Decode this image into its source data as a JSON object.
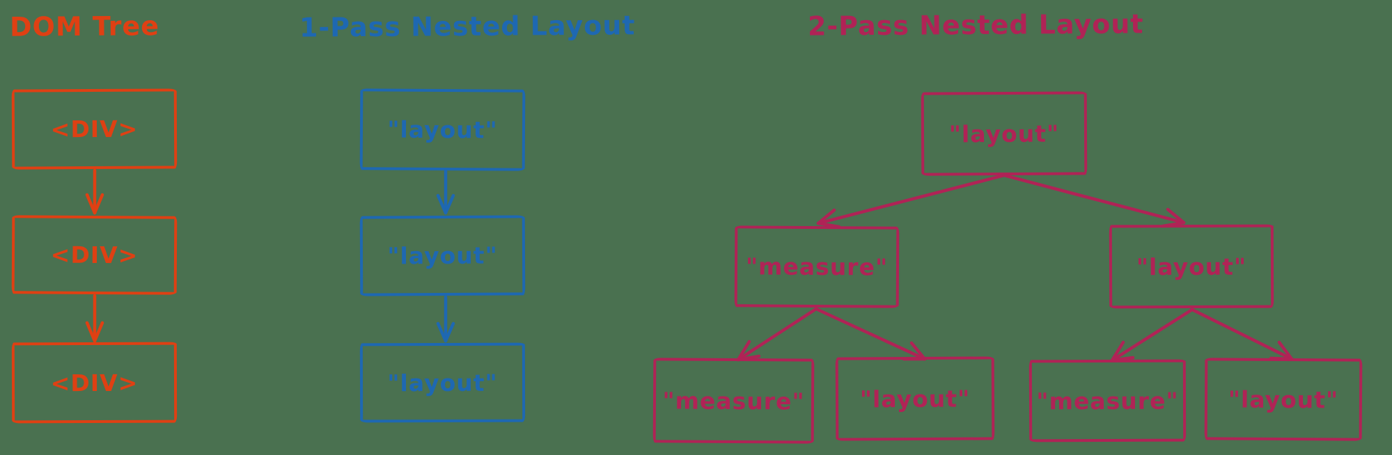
{
  "canvas": {
    "background_color": "#4a7150"
  },
  "colors": {
    "dom_tree": "#df4013",
    "one_pass": "#1e68b2",
    "two_pass": "#b02356"
  },
  "sections": [
    {
      "id": "dom-tree",
      "title": "DOM Tree",
      "node_labels": [
        "<DIV>",
        "<DIV>",
        "<DIV>"
      ]
    },
    {
      "id": "one-pass-nested-layout",
      "title": "1-Pass Nested Layout",
      "node_labels": [
        "\"layout\"",
        "\"layout\"",
        "\"layout\""
      ]
    },
    {
      "id": "two-pass-nested-layout",
      "title": "2-Pass Nested Layout",
      "node_labels": [
        "\"layout\"",
        "\"measure\"",
        "\"layout\"",
        "\"measure\"",
        "\"layout\"",
        "\"measure\"",
        "\"layout\""
      ]
    }
  ]
}
